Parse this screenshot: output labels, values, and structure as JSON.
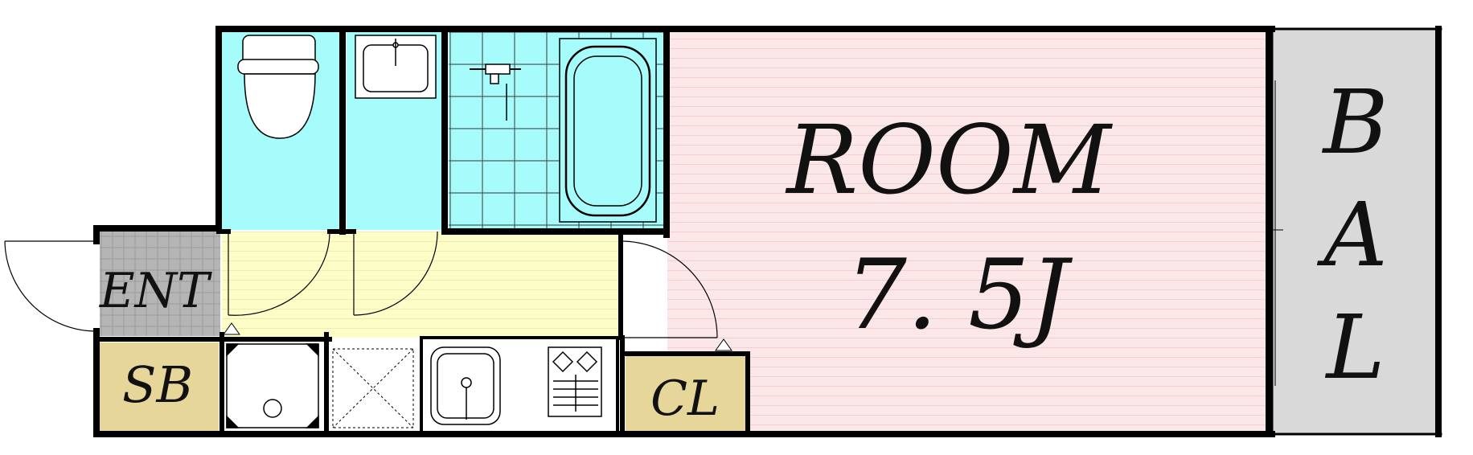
{
  "labels": {
    "room_name": "ROOM",
    "room_size": "7. 5J",
    "balcony": [
      "B",
      "A",
      "L"
    ],
    "entrance": "ENT",
    "shoe_box": "SB",
    "closet": "CL"
  },
  "colors": {
    "wall": "#000000",
    "room_floor": "#fbe6e8",
    "room_lines": "#f0c6cc",
    "wet_area": "#a6fbfb",
    "corridor": "#fdfdc8",
    "storage": "#e6d69a",
    "balcony": "#d9d9d9",
    "entrance": "#b5b5b5"
  }
}
